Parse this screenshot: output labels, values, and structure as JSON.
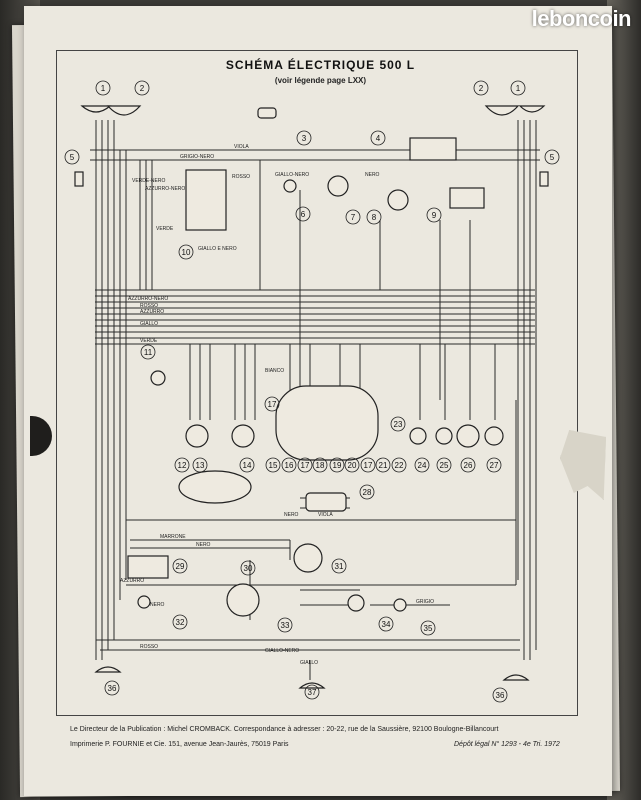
{
  "watermark": {
    "text": "leboncoin"
  },
  "header": {
    "title": "SCHÉMA ÉLECTRIQUE 500 L",
    "subtitle": "(voir légende page LXX)"
  },
  "footer": {
    "publication": "Le Directeur de la Publication : Michel CROMBACK. Correspondance à adresser : 20-22, rue de la Saussière, 92100 Boulogne-Billancourt",
    "printer": "Imprimerie P. FOURNIE et Cie. 151, avenue Jean-Jaurès, 75019 Paris",
    "depot": "Dépôt légal N° 1293 - 4e Tri. 1972"
  },
  "wire_labels": {
    "viola": "VIOLA",
    "grigio_nero": "GRIGIO-NERO",
    "giallo_nero": "GIALLO-NERO",
    "verde_nero": "VERDE-NERO",
    "azzurro_nero": "AZZURRO-NERO",
    "rosso": "ROSSO",
    "nero": "NERO",
    "verde": "VERDE",
    "azzurro": "AZZURRO",
    "giallo": "GIALLO",
    "marrone": "MARRONE",
    "bianco": "BIANCO",
    "grigio": "GRIGIO",
    "giallo_e_nero": "GIALLO E NERO"
  },
  "component_numbers": [
    "1",
    "2",
    "3",
    "4",
    "5",
    "6",
    "7",
    "8",
    "9",
    "10",
    "11",
    "12",
    "13",
    "14",
    "15",
    "16",
    "17",
    "18",
    "19",
    "20",
    "21",
    "22",
    "23",
    "24",
    "25",
    "26",
    "27",
    "28",
    "29",
    "30",
    "31",
    "32",
    "33",
    "34",
    "35",
    "36",
    "37"
  ]
}
